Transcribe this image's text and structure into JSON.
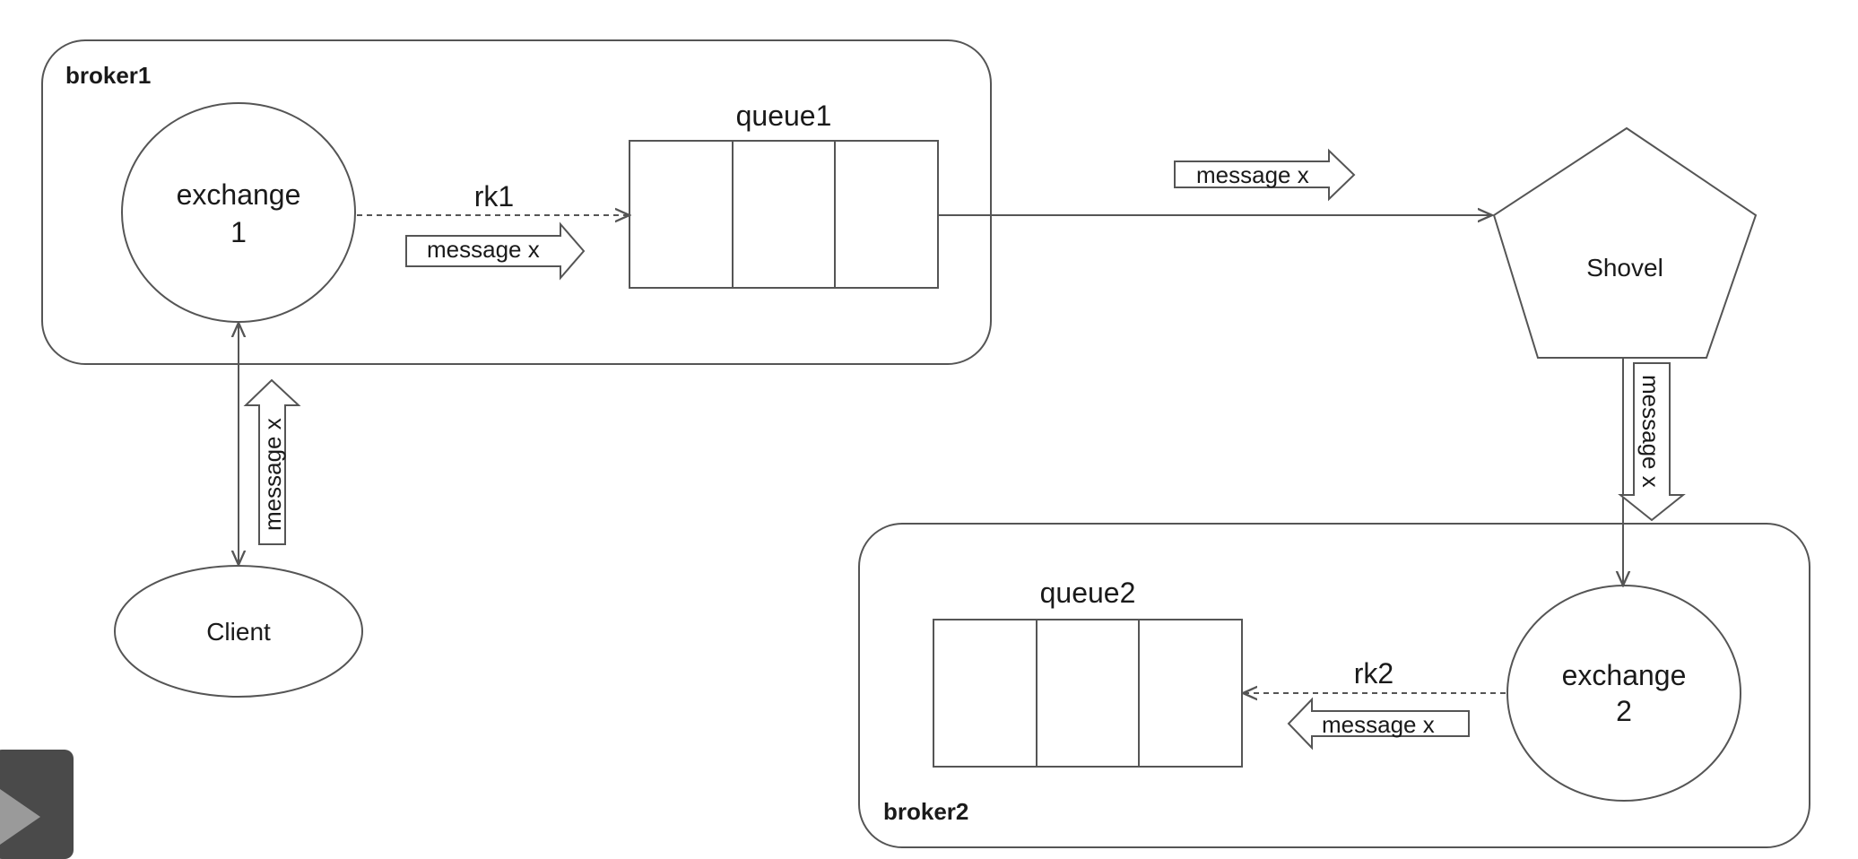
{
  "diagram": {
    "broker1": {
      "label": "broker1"
    },
    "broker2": {
      "label": "broker2"
    },
    "exchange1": {
      "line1": "exchange",
      "line2": "1"
    },
    "exchange2": {
      "line1": "exchange",
      "line2": "2"
    },
    "queue1": {
      "label": "queue1"
    },
    "queue2": {
      "label": "queue2"
    },
    "shovel": {
      "label": "Shovel"
    },
    "client": {
      "label": "Client"
    },
    "routing_keys": {
      "rk1": "rk1",
      "rk2": "rk2"
    },
    "messages": {
      "broker1_internal": "message x",
      "queue1_to_shovel": "message x",
      "shovel_to_exchange2": "message x",
      "broker2_internal": "message x",
      "client_to_exchange1": "message x"
    }
  },
  "colors": {
    "stroke": "#555555",
    "play_button_bg": "#4a4a4a",
    "play_button_icon": "#9a9a9a"
  },
  "controls": {
    "play_icon": "play-icon"
  }
}
